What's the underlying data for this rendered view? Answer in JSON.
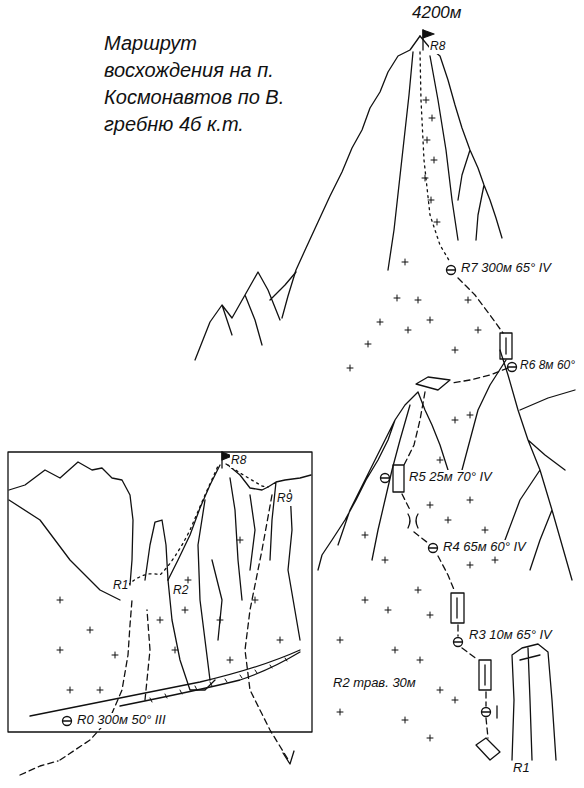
{
  "diagram": {
    "title": "Маршрут восхождения на п. Космонавтов по В. гребню 4б к.т.",
    "labels": [
      "4200м",
      "R8",
      "R7 300м 65° IV",
      "R6 8м 60°",
      "R8",
      "R9",
      "R5 25м 70° IV",
      "R1",
      "R2",
      "R4 65м 60° IV",
      "R3 10м 65° IV",
      "R2 трав. 30м",
      "R0 300м 50° III",
      "R1"
    ]
  }
}
